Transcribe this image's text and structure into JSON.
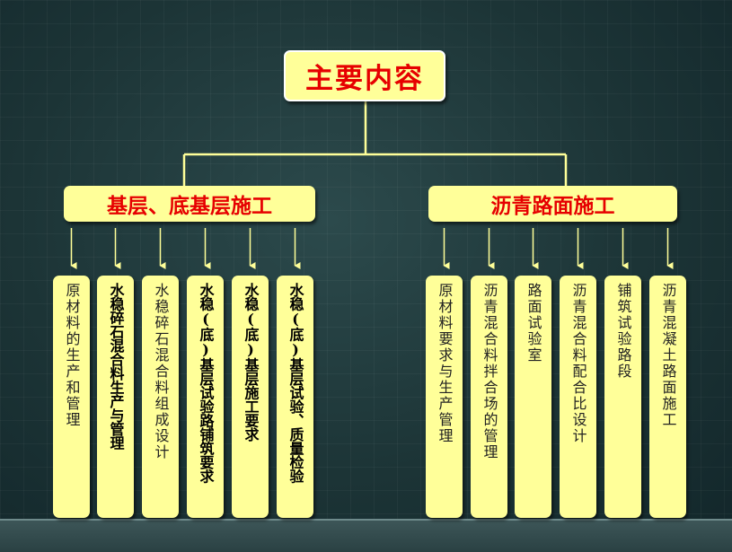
{
  "root": {
    "label": "主要内容"
  },
  "branches": [
    {
      "label": "基层、底基层施工",
      "leaves": [
        {
          "label": "原材料的生产和管理",
          "bold": false
        },
        {
          "label": "水稳碎石混合料生产与管理",
          "bold": true
        },
        {
          "label": "水稳碎石混合料组成设计",
          "bold": false
        },
        {
          "label": "水稳(底)基层试验路铺筑要求",
          "bold": true
        },
        {
          "label": "水稳(底)基层施工要求",
          "bold": true
        },
        {
          "label": "水稳(底)基层试验、质量检验",
          "bold": true
        }
      ]
    },
    {
      "label": "沥青路面施工",
      "leaves": [
        {
          "label": "原材料要求与生产管理",
          "bold": false
        },
        {
          "label": "沥青混合料拌合场的管理",
          "bold": false
        },
        {
          "label": "路面试验室",
          "bold": false
        },
        {
          "label": "沥青混合料配合比设计",
          "bold": false
        },
        {
          "label": "铺筑试验路段",
          "bold": false
        },
        {
          "label": "沥青混凝土路面施工",
          "bold": false
        }
      ]
    }
  ],
  "colors": {
    "box_fill": "#ffff99",
    "title_text": "#e60000",
    "connector": "#ffff99"
  }
}
